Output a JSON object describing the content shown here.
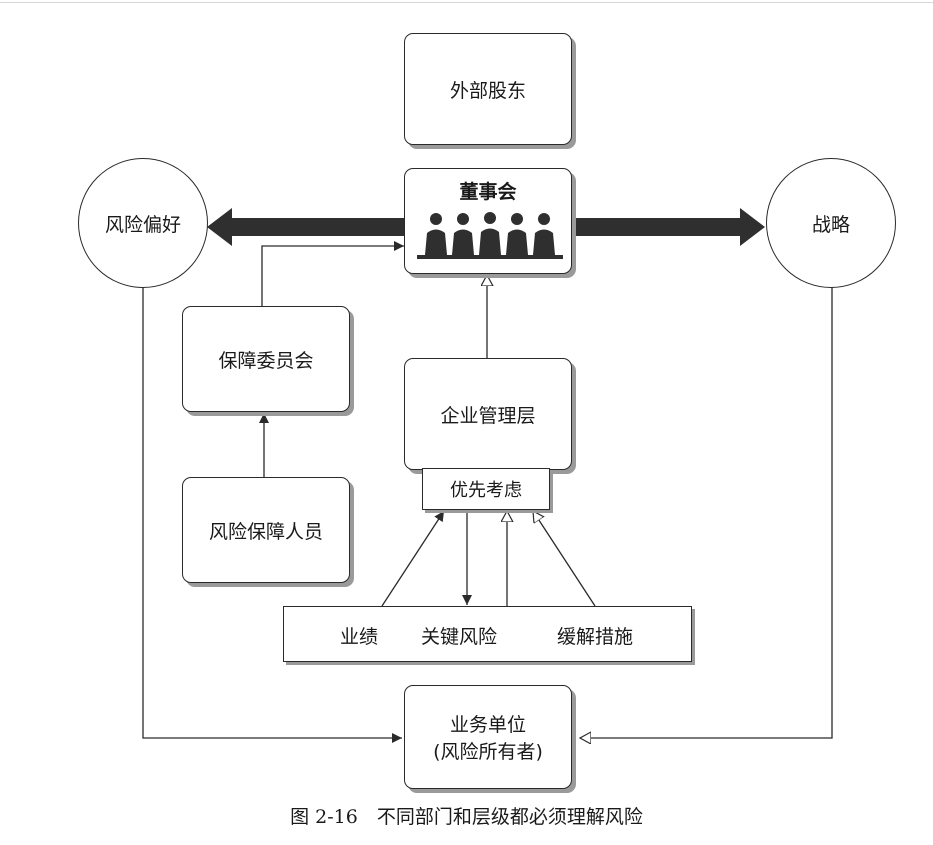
{
  "nodes": {
    "shareholders": "外部股东",
    "board": "董事会",
    "risk_appetite": "风险偏好",
    "strategy": "战略",
    "assurance_committee": "保障委员会",
    "management": "企业管理层",
    "priority": "优先考虑",
    "risk_assurance_staff": "风险保障人员",
    "business_unit_line1": "业务单位",
    "business_unit_line2": "(风险所有者)"
  },
  "factors": {
    "performance": "业绩",
    "key_risks": "关键风险",
    "mitigation": "缓解措施"
  },
  "caption": "图 2-16　不同部门和层级都必须理解风险",
  "colors": {
    "stroke": "#2a2a2a",
    "shadow": "#9a9a9a",
    "board_figures": "#2f2f2f"
  }
}
